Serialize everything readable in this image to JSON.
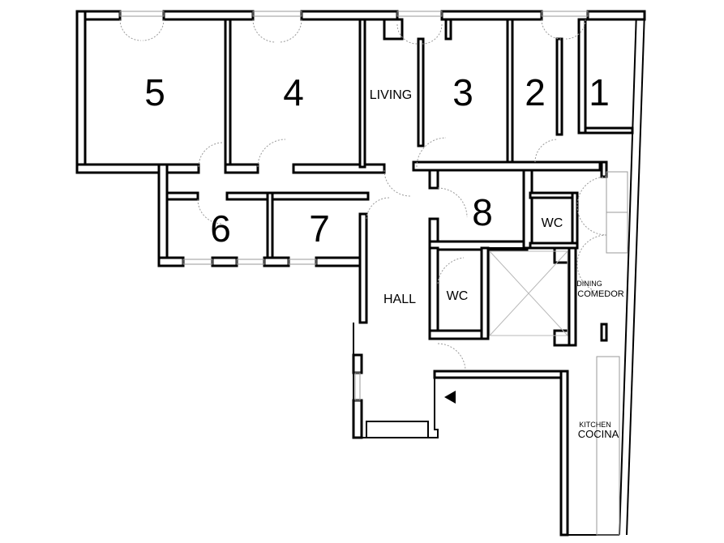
{
  "rooms": {
    "r1": "1",
    "r2": "2",
    "r3": "3",
    "r4": "4",
    "r5": "5",
    "r6": "6",
    "r7": "7",
    "r8": "8"
  },
  "labels": {
    "living": "LIVING",
    "hall": "HALL",
    "wc_upper": "WC",
    "wc_lower": "WC",
    "dining": "DINING",
    "comedor": "COMEDOR",
    "kitchen": "KITCHEN",
    "cocina": "COCINA"
  },
  "icons": {
    "entrance": "entrance-arrow-icon"
  },
  "colors": {
    "walls": "#000000",
    "background": "#ffffff",
    "fixtures": "#9a9a9a"
  }
}
